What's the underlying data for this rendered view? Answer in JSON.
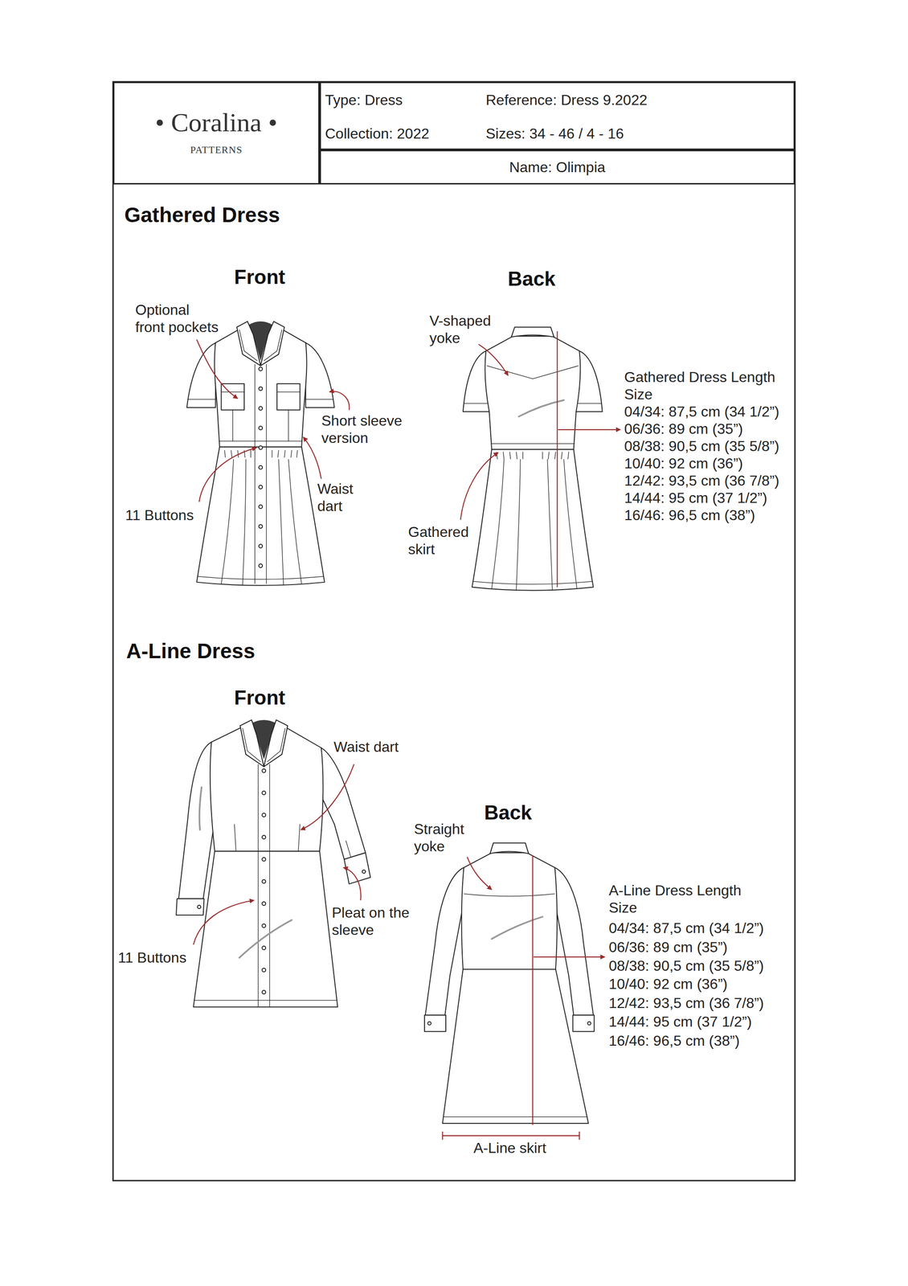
{
  "diagram": {
    "nodes": [
      {
        "text": [
          "• Coralina •",
          "PATTERNS"
        ]
      },
      {
        "text": [
          "Type: Dress",
          "Reference: Dress 9.2022",
          "Collection: 2022",
          "Sizes: 34 - 46 / 4 - 16"
        ]
      },
      {
        "text": [
          "Name: Olimpia"
        ]
      }
    ],
    "labels": [
      "Gathered Dress",
      "Front",
      "Back",
      "Optional front pockets",
      "Short sleeve version",
      "Waist dart",
      "11 Buttons",
      "V-shaped yoke",
      "Gathered skirt",
      "Gathered Dress Length Size",
      "04/34: 87,5 cm (34 1/2”)",
      "06/36: 89 cm (35”)",
      "08/38: 90,5 cm (35 5/8”)",
      "10/40: 92 cm (36”)",
      "12/42: 93,5 cm (36 7/8”)",
      "14/44: 95 cm (37 1/2”)",
      "16/46: 96,5 cm (38”)",
      "A-Line Dress",
      "Front",
      "Waist dart",
      "Pleat on the sleeve",
      "11 Buttons",
      "Back",
      "Straight yoke",
      "A-Line Dress Length Size",
      "04/34: 87,5 cm (34 1/2”)",
      "06/36: 89 cm (35”)",
      "08/38: 90,5 cm (35 5/8”)",
      "10/40: 92 cm (36”)",
      "12/42: 93,5 cm (36 7/8”)",
      "14/44: 95 cm (37 1/2”)",
      "16/46: 96,5 cm (38”)",
      "A-Line skirt"
    ]
  }
}
